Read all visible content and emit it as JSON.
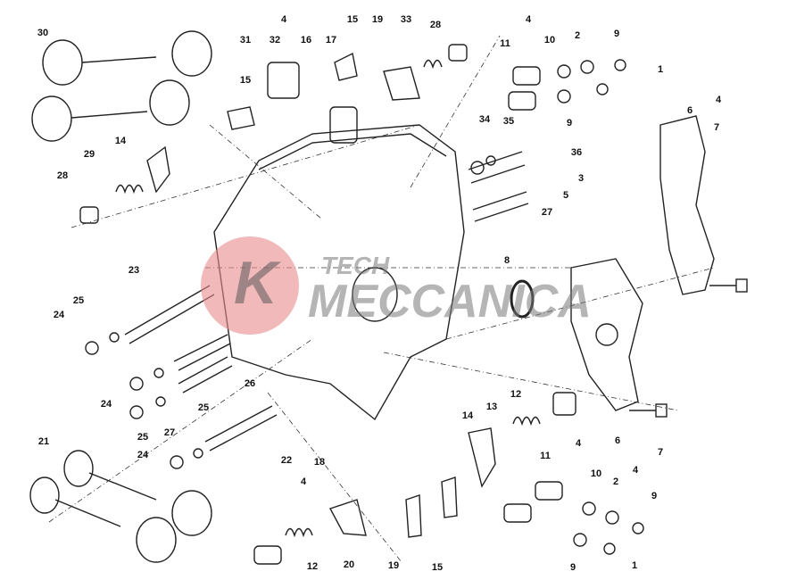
{
  "diagram": {
    "title_hidden": "",
    "callouts": [
      "30",
      "31",
      "4",
      "32",
      "16",
      "17",
      "15",
      "19",
      "33",
      "28",
      "4",
      "11",
      "10",
      "2",
      "9",
      "1",
      "15",
      "14",
      "29",
      "28",
      "34",
      "35",
      "9",
      "36",
      "3",
      "5",
      "27",
      "6",
      "4",
      "7",
      "8",
      "23",
      "25",
      "24",
      "24",
      "25",
      "27",
      "25",
      "26",
      "22",
      "18",
      "4",
      "21",
      "24",
      "12",
      "13",
      "14",
      "4",
      "6",
      "7",
      "4",
      "11",
      "10",
      "2",
      "9",
      "9",
      "1",
      "12",
      "20",
      "19",
      "15"
    ]
  },
  "watermark": {
    "line1": "TECH",
    "line2": "MECCANICA",
    "logo_letter": "K",
    "accent_color": "#e88a8a"
  }
}
